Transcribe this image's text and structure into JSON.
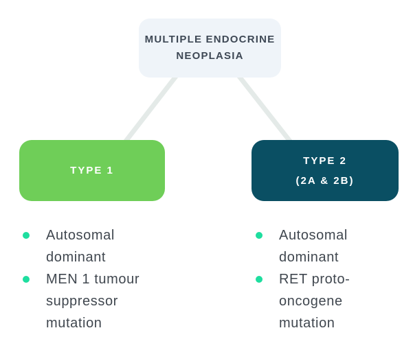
{
  "diagram": {
    "root": {
      "label": "MULTIPLE ENDOCRINE NEOPLASIA"
    },
    "type1": {
      "title": "TYPE 1",
      "bullets": [
        "Autosomal dominant",
        "MEN 1 tumour suppressor mutation"
      ]
    },
    "type2": {
      "title": "TYPE 2",
      "subtitle": "(2A & 2B)",
      "bullets": [
        "Autosomal dominant",
        "RET proto-oncogene mutation"
      ]
    },
    "colors": {
      "root_bg": "#EFF4F9",
      "root_text": "#3E4855",
      "type1_bg": "#6FCE58",
      "type2_bg": "#0A4F63",
      "node_text": "#FFFFFF",
      "bullet_dot": "#1EDE9F",
      "body_text": "#40474F",
      "connector": "#E4EAE8"
    }
  }
}
